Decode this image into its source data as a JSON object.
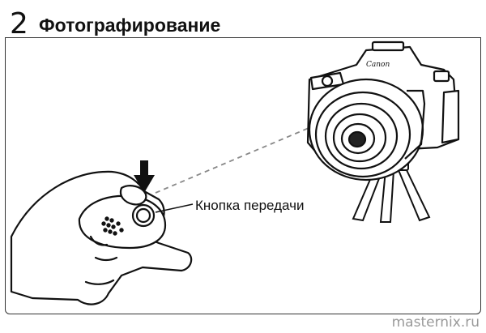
{
  "header": {
    "step_number": "2",
    "title": "Фотографирование"
  },
  "illustration": {
    "callout_label": "Кнопка передачи",
    "camera_brand": "Canon",
    "arrow_icon": "down-arrow-icon",
    "line_color": "#111111",
    "beam_color": "#888888"
  },
  "watermark": "masternix.ru"
}
